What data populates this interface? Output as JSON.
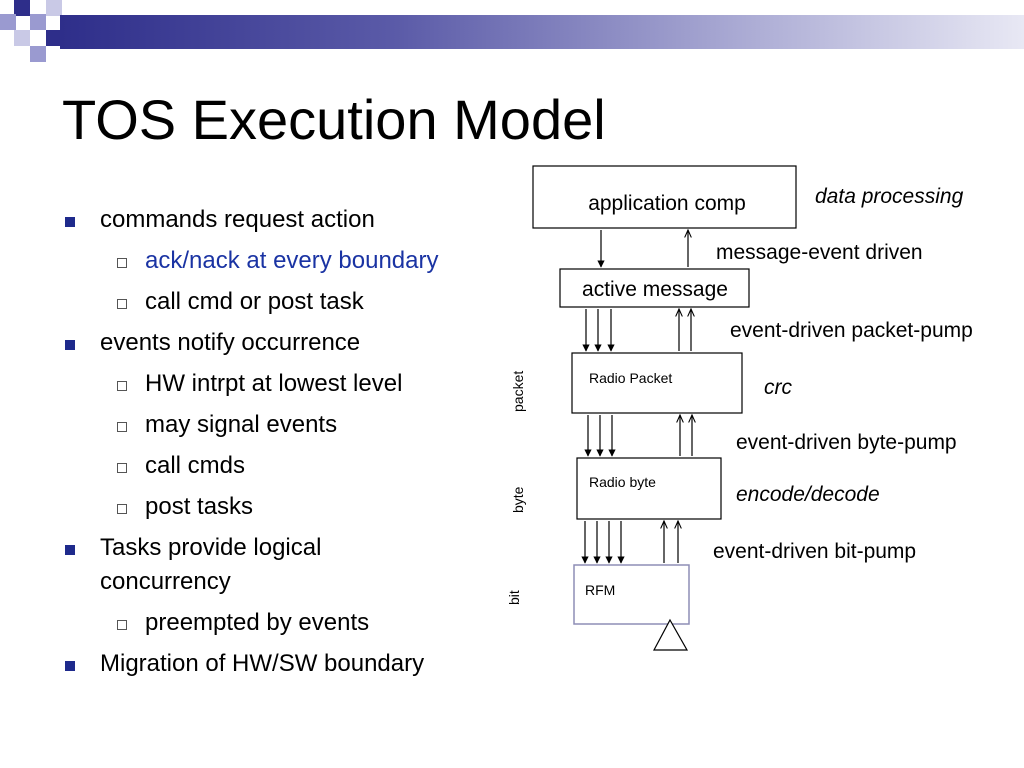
{
  "slide": {
    "title": "TOS Execution Model",
    "accent_color": "#2e2e8a",
    "bullet_color": "#1e2a8c",
    "highlight_color": "#1a33a3"
  },
  "bullets": [
    {
      "level": 1,
      "text": "commands request action"
    },
    {
      "level": 2,
      "text": "ack/nack at every boundary",
      "highlight": true
    },
    {
      "level": 2,
      "text": "call cmd or post task"
    },
    {
      "level": 1,
      "text": "events notify occurrence"
    },
    {
      "level": 2,
      "text": "HW intrpt at lowest level"
    },
    {
      "level": 2,
      "text": "may signal events"
    },
    {
      "level": 2,
      "text": "call cmds"
    },
    {
      "level": 2,
      "text": "post tasks"
    },
    {
      "level": 1,
      "text": "Tasks provide logical concurrency"
    },
    {
      "level": 2,
      "text": "preempted by events"
    },
    {
      "level": 1,
      "text": "Migration of HW/SW boundary"
    }
  ],
  "diagram": {
    "boxes": {
      "application": "application comp",
      "active_message": "active message",
      "radio_packet": "Radio Packet",
      "radio_byte": "Radio byte",
      "rfm": "RFM"
    },
    "annotations": {
      "data_processing": "data processing",
      "message_event": "message-event driven",
      "packet_pump": "event-driven packet-pump",
      "crc": "crc",
      "byte_pump": "event-driven byte-pump",
      "encode": "encode/decode",
      "bit_pump": "event-driven bit-pump"
    },
    "side_labels": {
      "packet": "packet",
      "byte": "byte",
      "bit": "bit"
    }
  }
}
